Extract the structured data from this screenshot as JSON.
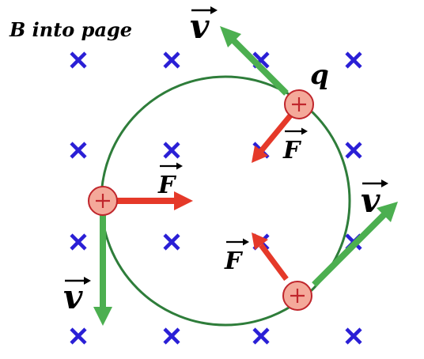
{
  "title": "B into page",
  "charge_label": "q",
  "labels": {
    "velocity": "v",
    "force": "F"
  },
  "colors": {
    "field_cross": "#2a1fd6",
    "orbit": "#2e7d3a",
    "velocity_arrow": "#4caf50",
    "force_arrow": "#e53929",
    "charge_fill": "#f4a99a",
    "charge_stroke": "#c0262c"
  },
  "icons": {
    "field": "cross-mark-icon",
    "charge": "plus-circle-icon"
  }
}
